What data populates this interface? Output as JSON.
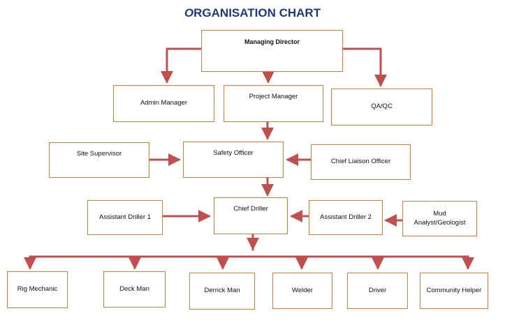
{
  "title": {
    "lead": "O",
    "rest": "RGANISATION CHART"
  },
  "colors": {
    "box_border": "#e07b2a",
    "connector": "#c0504d",
    "title": "#1f3a7a"
  },
  "boxes": {
    "managing_director": "Managing Director",
    "admin_manager": "Admin Manager",
    "project_manager": "Project Manager",
    "qa_qc": "QA/QC",
    "site_supervisor": "Site Supervisor",
    "safety_officer": "Safety Officer",
    "chief_liaison_officer": "Chief Liaison Officer",
    "assistant_driller_1": "Assistant Driller 1",
    "chief_driller": "Chief Driller",
    "assistant_driller_2": "Assistant Driller 2",
    "mud_analyst_geologist": "Mud Analyst/Geologist",
    "rig_mechanic": "Rig Mechanic",
    "deck_man": "Deck Man",
    "derrick_man": "Derrick Man",
    "welder": "Welder",
    "driver": "Driver",
    "community_helper": "Community Helper"
  }
}
